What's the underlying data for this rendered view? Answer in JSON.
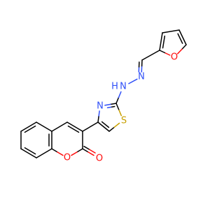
{
  "molecule": {
    "atom_labels": {
      "furan_o": "O",
      "imine_n": "N",
      "nh_n": "N",
      "nh_h": "H",
      "thiazole_n": "N",
      "thiazole_s": "S",
      "lactone_o": "O",
      "carbonyl_o": "O"
    },
    "colors": {
      "carbon_bond": "#000000",
      "oxygen": "#ff0d0d",
      "nitrogen": "#3050f8",
      "sulfur": "#c8a000"
    }
  }
}
